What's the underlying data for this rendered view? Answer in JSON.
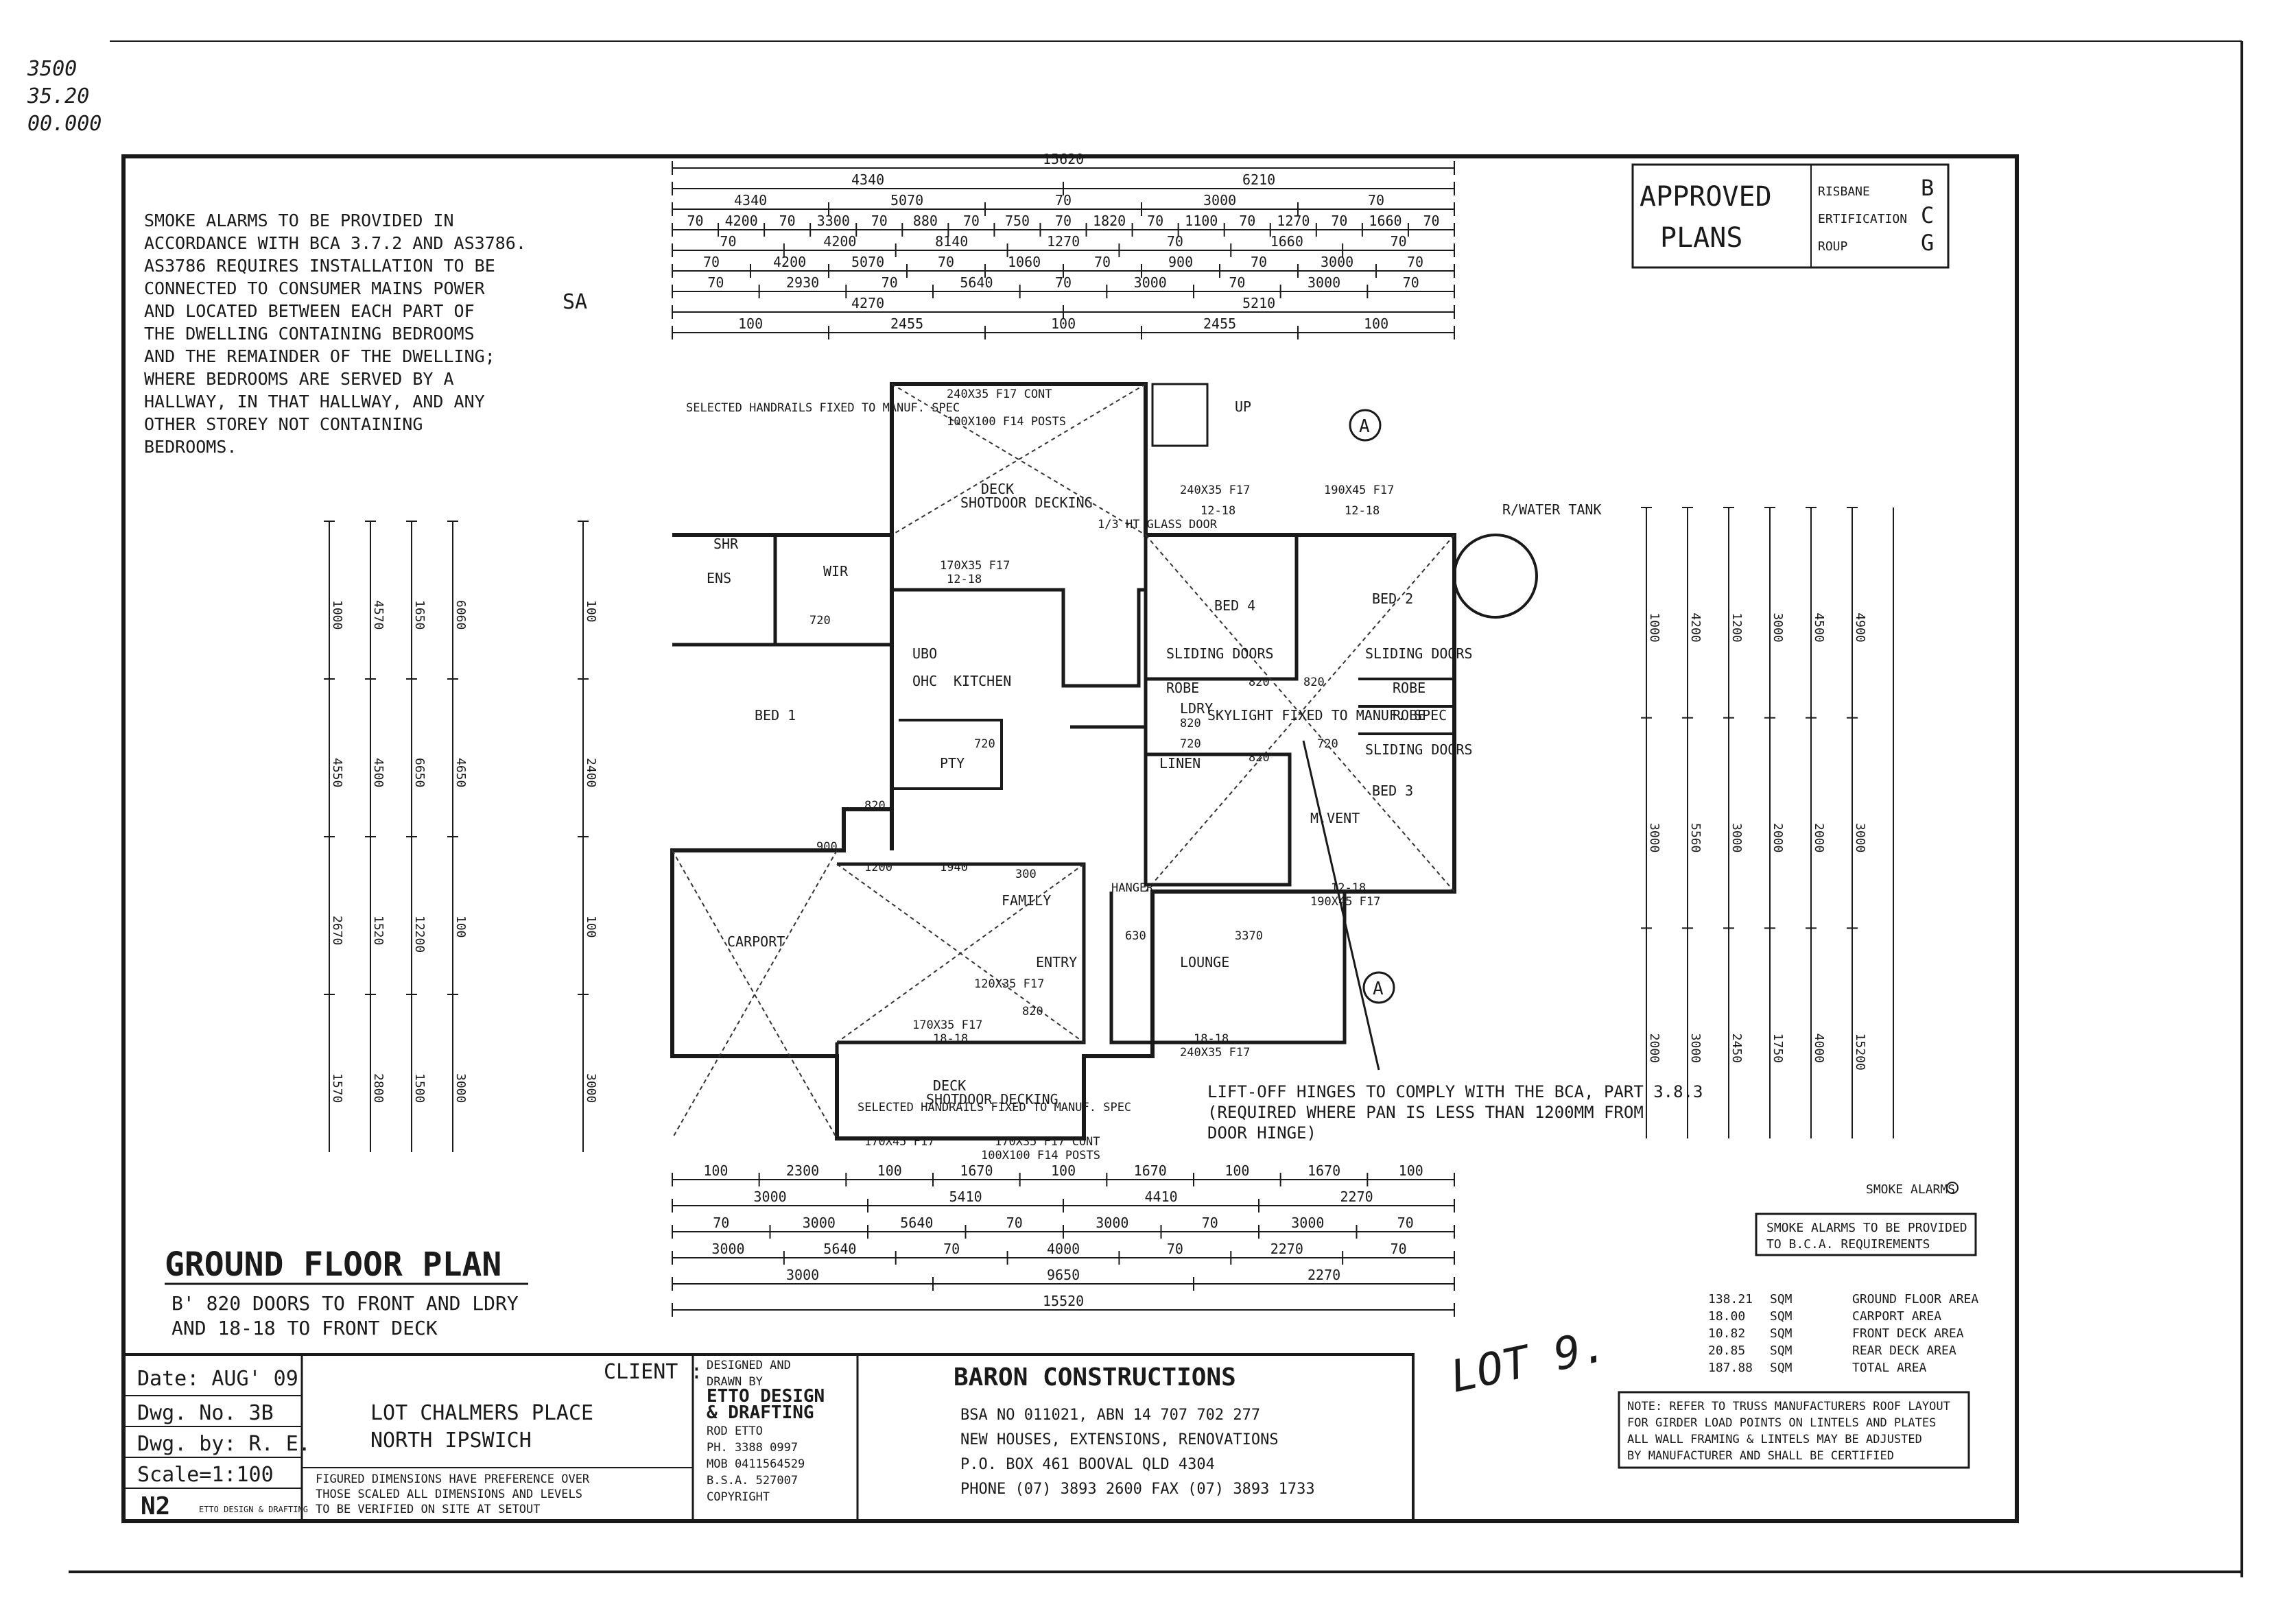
{
  "corner_notes": [
    "3500",
    "35.20",
    "00.000"
  ],
  "approval_stamp": {
    "line1": "APPROVED",
    "line2": "PLANS",
    "org": [
      "B",
      "RISBANE",
      "C",
      "ERTIFICATION",
      "G",
      "ROUP"
    ]
  },
  "smoke_note": [
    "SMOKE ALARMS TO BE PROVIDED IN",
    "ACCORDANCE WITH BCA 3.7.2 AND AS3786.",
    "AS3786 REQUIRES INSTALLATION TO BE",
    "CONNECTED TO CONSUMER MAINS POWER",
    "AND LOCATED BETWEEN EACH PART OF",
    "THE DWELLING CONTAINING BEDROOMS",
    "AND THE REMAINDER OF THE DWELLING;",
    "WHERE BEDROOMS ARE SERVED BY A",
    "HALLWAY, IN THAT HALLWAY, AND ANY",
    "OTHER STOREY NOT CONTAINING",
    "BEDROOMS."
  ],
  "sa_label": "SA",
  "top_dims": [
    [
      "15620"
    ],
    [
      "4340",
      "6210"
    ],
    [
      "4340",
      "5070",
      "70",
      "3000",
      "70"
    ],
    [
      "70",
      "4200",
      "70",
      "3300",
      "70",
      "880",
      "70",
      "750",
      "70",
      "1820",
      "70",
      "1100",
      "70",
      "1270",
      "70",
      "1660",
      "70"
    ],
    [
      "70",
      "4200",
      "8140",
      "1270",
      "70",
      "1660",
      "70"
    ],
    [
      "70",
      "4200",
      "5070",
      "70",
      "1060",
      "70",
      "900",
      "70",
      "3000",
      "70"
    ],
    [
      "70",
      "2930",
      "70",
      "5640",
      "70",
      "3000",
      "70",
      "3000",
      "70"
    ],
    [
      "4270",
      "5210"
    ],
    [
      "100",
      "2455",
      "100",
      "2455",
      "100"
    ]
  ],
  "bottom_dims": [
    [
      "100",
      "2300",
      "100",
      "1670",
      "100",
      "1670",
      "100",
      "1670",
      "100"
    ],
    [
      "3000",
      "5410",
      "4410",
      "2270"
    ],
    [
      "70",
      "3000",
      "5640",
      "70",
      "3000",
      "70",
      "3000",
      "70"
    ],
    [
      "3000",
      "5640",
      "70",
      "4000",
      "70",
      "2270",
      "70"
    ],
    [
      "3000",
      "9650",
      "2270"
    ],
    [
      "15520"
    ]
  ],
  "left_dims": [
    "1000",
    "4550",
    "2670",
    "1570",
    "4570",
    "4500",
    "1520",
    "2800",
    "1650",
    "6650",
    "12200",
    "1500",
    "6060",
    "4650",
    "100",
    "3000",
    "100",
    "2400",
    "100",
    "3000"
  ],
  "right_dims": [
    "1000",
    "3000",
    "2000",
    "4200",
    "5560",
    "3000",
    "1200",
    "3000",
    "2450",
    "3000",
    "2000",
    "1750",
    "4500",
    "2000",
    "4000",
    "4900",
    "3000",
    "15200"
  ],
  "rooms": [
    "DECK",
    "SHOTDOOR DECKING",
    "KITCHEN",
    "UBO",
    "OHC",
    "PTY",
    "BED 1",
    "WIR",
    "ENS",
    "SHR",
    "BED 4",
    "BED 2",
    "BED 3",
    "ROBE",
    "ROBE",
    "ROBE",
    "LINEN",
    "LDRY",
    "FAMILY",
    "ENTRY",
    "LOUNGE",
    "CARPORT",
    "DECK",
    "SHOTDOOR DECKING",
    "M.VENT",
    "SKYLIGHT FIXED TO MANUF. SPEC",
    "SLIDING DOORS",
    "SLIDING DOORS",
    "SLIDING DOORS",
    "R/WATER TANK",
    "UP"
  ],
  "members": [
    "240X35 F17 CONT",
    "100X100 F14 POSTS",
    "170X35 F17",
    "12-18",
    "240X35 F17",
    "12-18",
    "190X45 F17",
    "12-18",
    "190X45 F17",
    "12-18",
    "240X35 F17",
    "18-18",
    "170X35 F17",
    "18-18",
    "120X35 F17",
    "100X100 F14 POSTS",
    "170X45 F17",
    "170X35 F17 CONT",
    "1/3 HT GLASS DOOR",
    "SELECTED HANDRAILS FIXED TO MANUF. SPEC",
    "SELECTED HANDRAILS FIXED TO MANUF. SPEC",
    "HANGER",
    "900",
    "720",
    "820",
    "820",
    "820",
    "720",
    "720",
    "820",
    "820",
    "820",
    "720",
    "1200",
    "1940",
    "300",
    "630",
    "3370"
  ],
  "section_marks": [
    "A",
    "A"
  ],
  "liftoff_note": [
    "LIFT-OFF HINGES TO COMPLY WITH THE BCA, PART 3.8.3",
    "(REQUIRED WHERE PAN IS LESS THAN 1200MM FROM",
    "DOOR HINGE)"
  ],
  "legend": {
    "symbol_label": "SMOKE ALARMS",
    "box": [
      "SMOKE ALARMS TO BE PROVIDED",
      "TO B.C.A. REQUIREMENTS"
    ]
  },
  "areas": [
    {
      "label": "GROUND FLOOR AREA",
      "value": "138.21",
      "unit": "SQM"
    },
    {
      "label": "CARPORT AREA",
      "value": "18.00",
      "unit": "SQM"
    },
    {
      "label": "FRONT DECK AREA",
      "value": "10.82",
      "unit": "SQM"
    },
    {
      "label": "REAR DECK AREA",
      "value": "20.85",
      "unit": "SQM"
    },
    {
      "label": "TOTAL AREA",
      "value": "187.88",
      "unit": "SQM"
    }
  ],
  "lot_note": "LOT 9.",
  "truss_note": [
    "NOTE: REFER TO TRUSS MANUFACTURERS ROOF LAYOUT",
    "FOR GIRDER LOAD POINTS ON LINTELS AND PLATES",
    "ALL WALL FRAMING & LINTELS MAY BE ADJUSTED",
    "BY MANUFACTURER AND SHALL BE CERTIFIED"
  ],
  "plan_title": "GROUND FLOOR PLAN",
  "plan_subtitle": [
    "B' 820 DOORS TO FRONT AND LDRY",
    "AND 18-18 TO FRONT DECK"
  ],
  "company": {
    "name": "BARON CONSTRUCTIONS",
    "lines": [
      "BSA NO 011021, ABN 14 707 702 277",
      "NEW HOUSES, EXTENSIONS, RENOVATIONS",
      "P.O. BOX 461 BOOVAL QLD 4304",
      "PHONE (07) 3893 2600  FAX (07) 3893 1733"
    ]
  },
  "designer": [
    "DESIGNED AND",
    "DRAWN BY",
    "ETTO DESIGN",
    "& DRAFTING",
    "ROD ETTO",
    "PH. 3388 0997",
    "MOB 0411564529",
    "B.S.A. 527007",
    "COPYRIGHT"
  ],
  "client": {
    "label": "CLIENT :",
    "lines": [
      "LOT CHALMERS PLACE",
      "NORTH IPSWICH"
    ]
  },
  "figured_note": [
    "FIGURED DIMENSIONS HAVE PREFERENCE OVER",
    "THOSE SCALED ALL DIMENSIONS AND LEVELS",
    "TO BE VERIFIED ON SITE AT SETOUT"
  ],
  "title_block": {
    "date": "Date: AUG' 09",
    "dwg_no": "Dwg. No. 3B",
    "dwg_by": "Dwg. by: R. E.",
    "scale": "Scale=1:100",
    "sheet": "N2",
    "logo_text": "ETTO DESIGN & DRAFTING"
  },
  "colors": {
    "ink": "#1a1a1a",
    "paper": "#ffffff",
    "grey": "#555555"
  }
}
